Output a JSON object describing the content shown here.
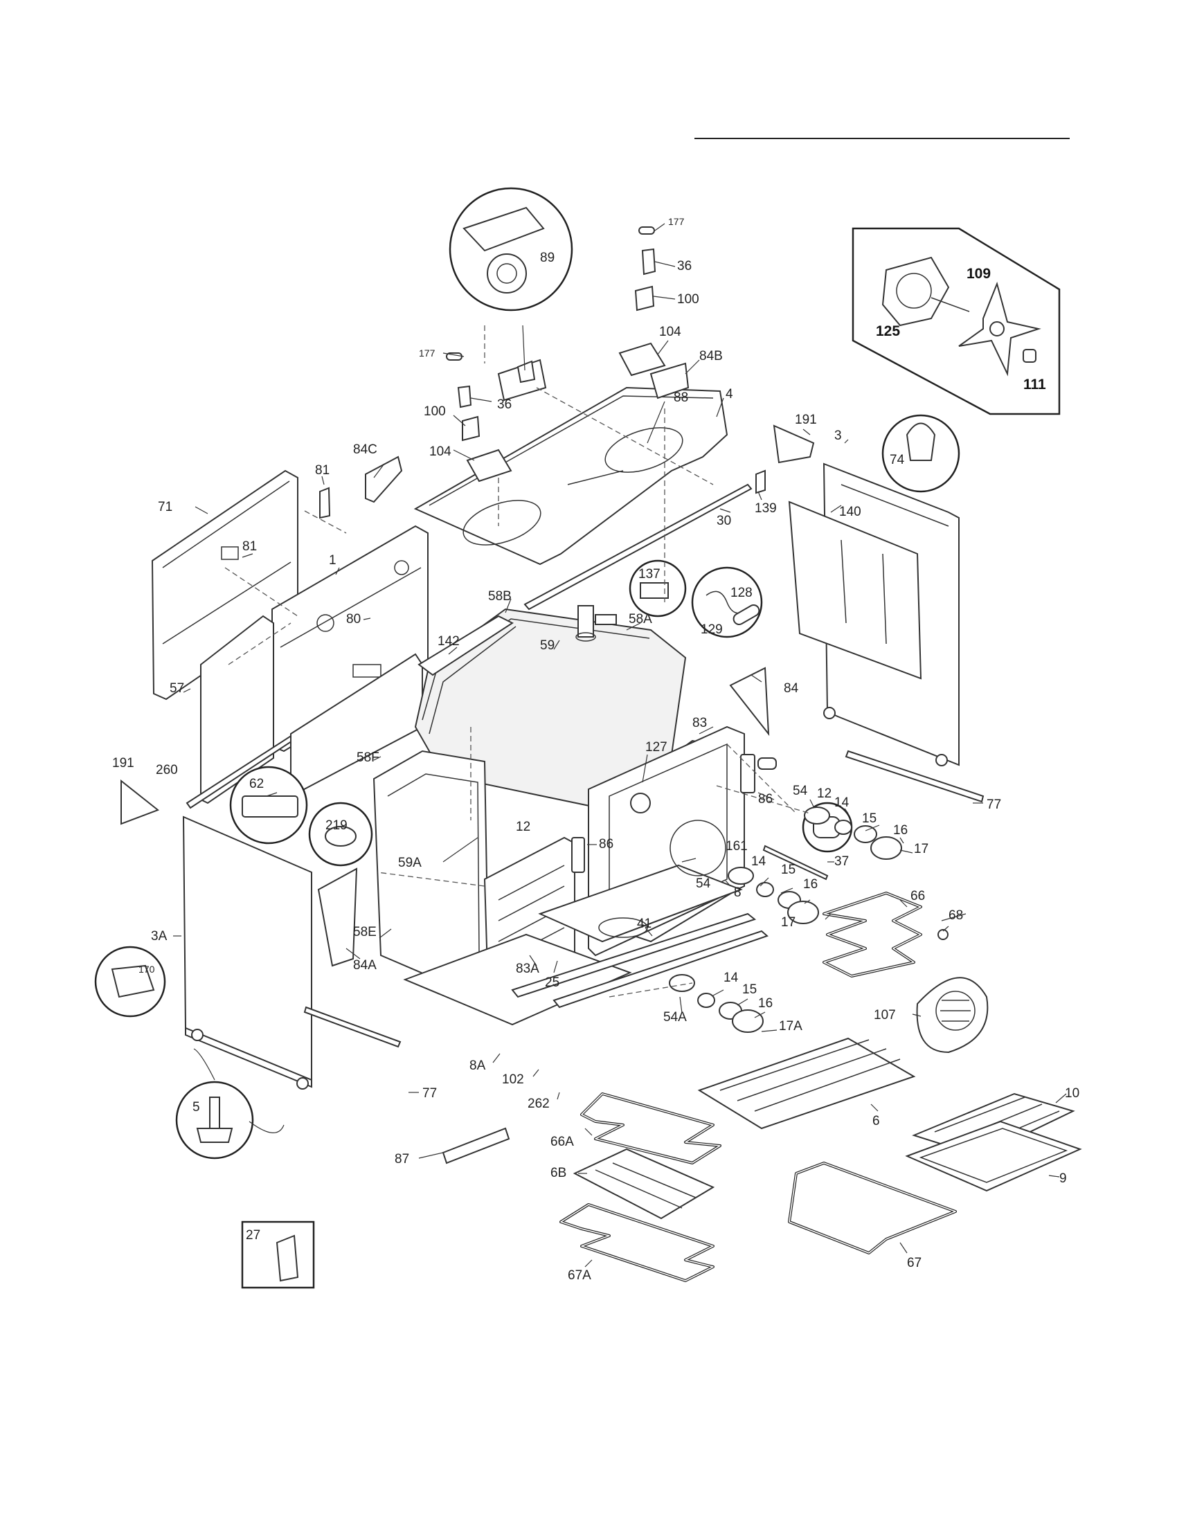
{
  "labels": {
    "l177a": "177",
    "l36a": "36",
    "l100a": "100",
    "l104a": "104",
    "l84B": "84B",
    "l89": "89",
    "l177b": "177",
    "l36b": "36",
    "l100b": "100",
    "l104b": "104",
    "l88": "88",
    "l4": "4",
    "l84C": "84C",
    "l71": "71",
    "l81a": "81",
    "l81b": "81",
    "l1": "1",
    "l80": "80",
    "l191a": "191",
    "l3": "3",
    "l74": "74",
    "l139": "139",
    "l30": "30",
    "l140": "140",
    "l109": "109",
    "l125": "125",
    "l111": "111",
    "l58B": "58B",
    "l142": "142",
    "l59": "59",
    "l58A": "58A",
    "l137": "137",
    "l128": "128",
    "l129": "129",
    "l84": "84",
    "l57": "57",
    "l83": "83",
    "l127": "127",
    "l12a": "12",
    "l86a": "86",
    "l191b": "191",
    "l260": "260",
    "l58F": "58F",
    "l62": "62",
    "l219": "219",
    "l54a": "54",
    "l14a": "14",
    "l15a": "15",
    "l16a": "16",
    "l17a": "17",
    "l77a": "77",
    "l59A": "59A",
    "l12b": "12",
    "l86b": "86",
    "l161": "161",
    "l37": "37",
    "l14b": "14",
    "l54b": "54",
    "l15b": "15",
    "l8": "8",
    "l16b": "16",
    "l66": "66",
    "l68": "68",
    "l17b": "17",
    "l3A": "3A",
    "l58E": "58E",
    "l41": "41",
    "l84A": "84A",
    "l83A": "83A",
    "l25": "25",
    "l14c": "14",
    "l15c": "15",
    "l16c": "16",
    "l17A": "17A",
    "l54A": "54A",
    "l107": "107",
    "l170": "170",
    "l8A": "8A",
    "l102": "102",
    "l77b": "77",
    "l262": "262",
    "l6": "6",
    "l10": "10",
    "l5": "5",
    "l66A": "66A",
    "l87": "87",
    "l6B": "6B",
    "l9": "9",
    "l27": "27",
    "l67A": "67A",
    "l67": "67"
  }
}
